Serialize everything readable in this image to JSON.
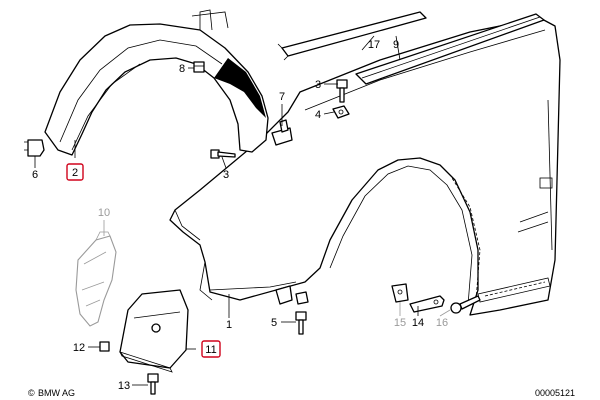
{
  "callouts": {
    "p1": "1",
    "p2": "2",
    "p3a": "3",
    "p3b": "3",
    "p4": "4",
    "p5": "5",
    "p6": "6",
    "p7": "7",
    "p8": "8",
    "p9": "9",
    "p10": "10",
    "p11": "11",
    "p12": "12",
    "p13": "13",
    "p14": "14",
    "p15": "15",
    "p16": "16",
    "p17": "17"
  },
  "highlighted_callouts": [
    "2",
    "11"
  ],
  "highlight_color": "#d0021b",
  "faded_callout_color": "#9a9a9a",
  "footer": {
    "copyright_symbol": "©",
    "brand": "BMW AG",
    "drawing_number": "00005121"
  }
}
